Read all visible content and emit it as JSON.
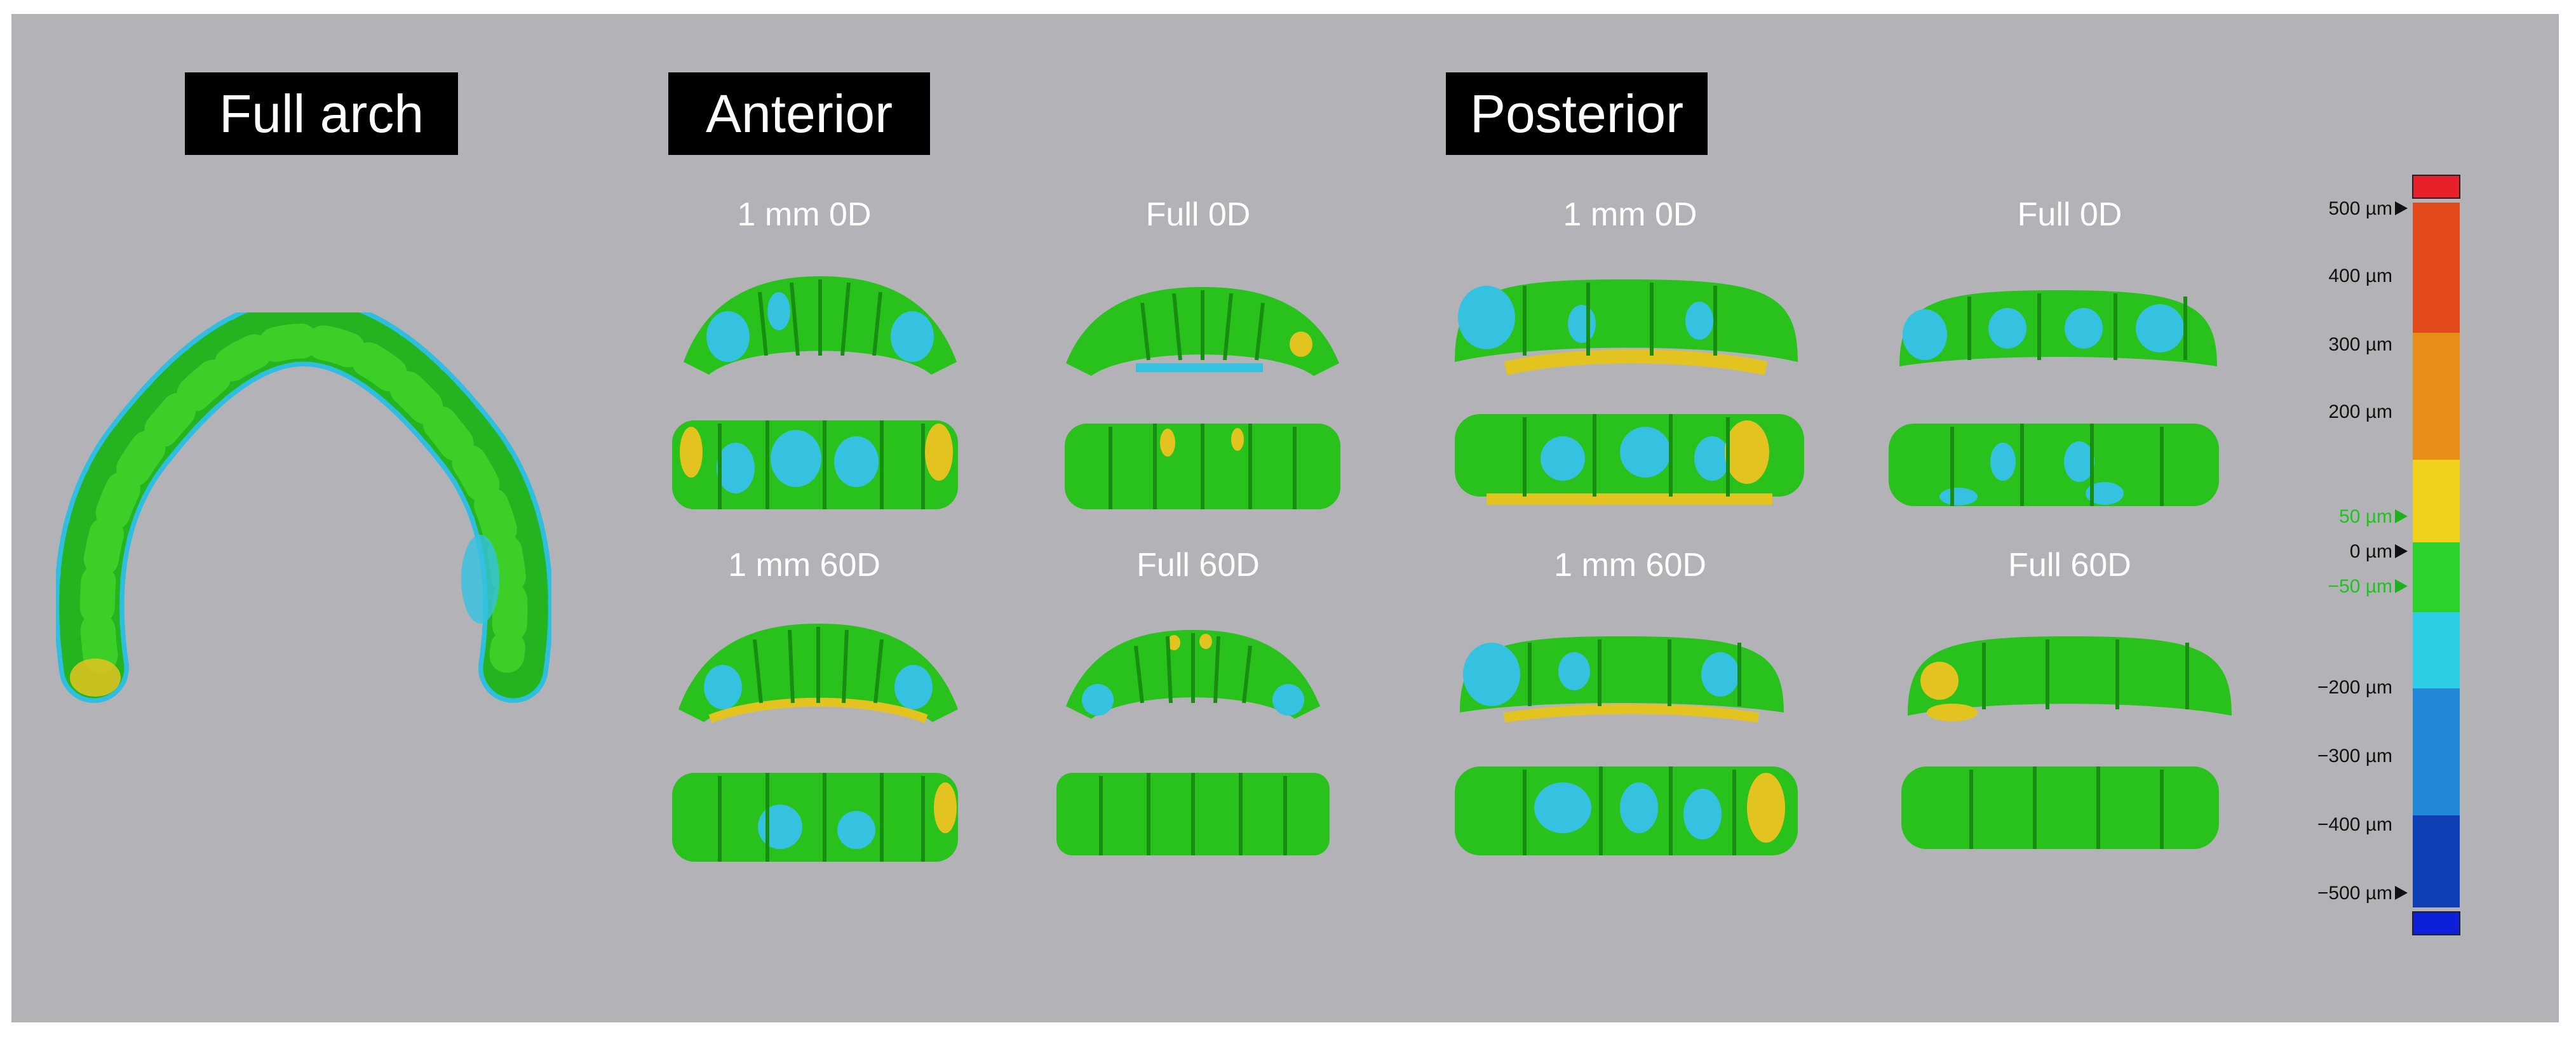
{
  "headers": {
    "full_arch": "Full arch",
    "anterior": "Anterior",
    "posterior": "Posterior"
  },
  "views": {
    "anterior_1mm_0d": "1 mm 0D",
    "anterior_full_0d": "Full 0D",
    "anterior_1mm_60d": "1 mm 60D",
    "anterior_full_60d": "Full 60D",
    "posterior_1mm_0d": "1 mm 0D",
    "posterior_full_0d": "Full 0D",
    "posterior_1mm_60d": "1 mm 60D",
    "posterior_full_60d": "Full 60D"
  },
  "scale": {
    "labels": [
      "500 µm",
      "400 µm",
      "300 µm",
      "200 µm",
      "50 µm",
      "0 µm",
      "−50 µm",
      "−200 µm",
      "−300 µm",
      "−400 µm",
      "−500 µm"
    ],
    "colors": {
      "above_max": "#e8202a",
      "below_min": "#0b20d8",
      "tolerance": "#2bd22b",
      "high": "#e3401a",
      "mid_high": "#e98f18",
      "low_positive": "#f0d21e",
      "low_negative": "#2ecde6",
      "low": "#0f3fb4"
    }
  },
  "deviation_colors": {
    "within": "#29c21c",
    "negative": "#34c2e0",
    "positive": "#e3c31f"
  }
}
